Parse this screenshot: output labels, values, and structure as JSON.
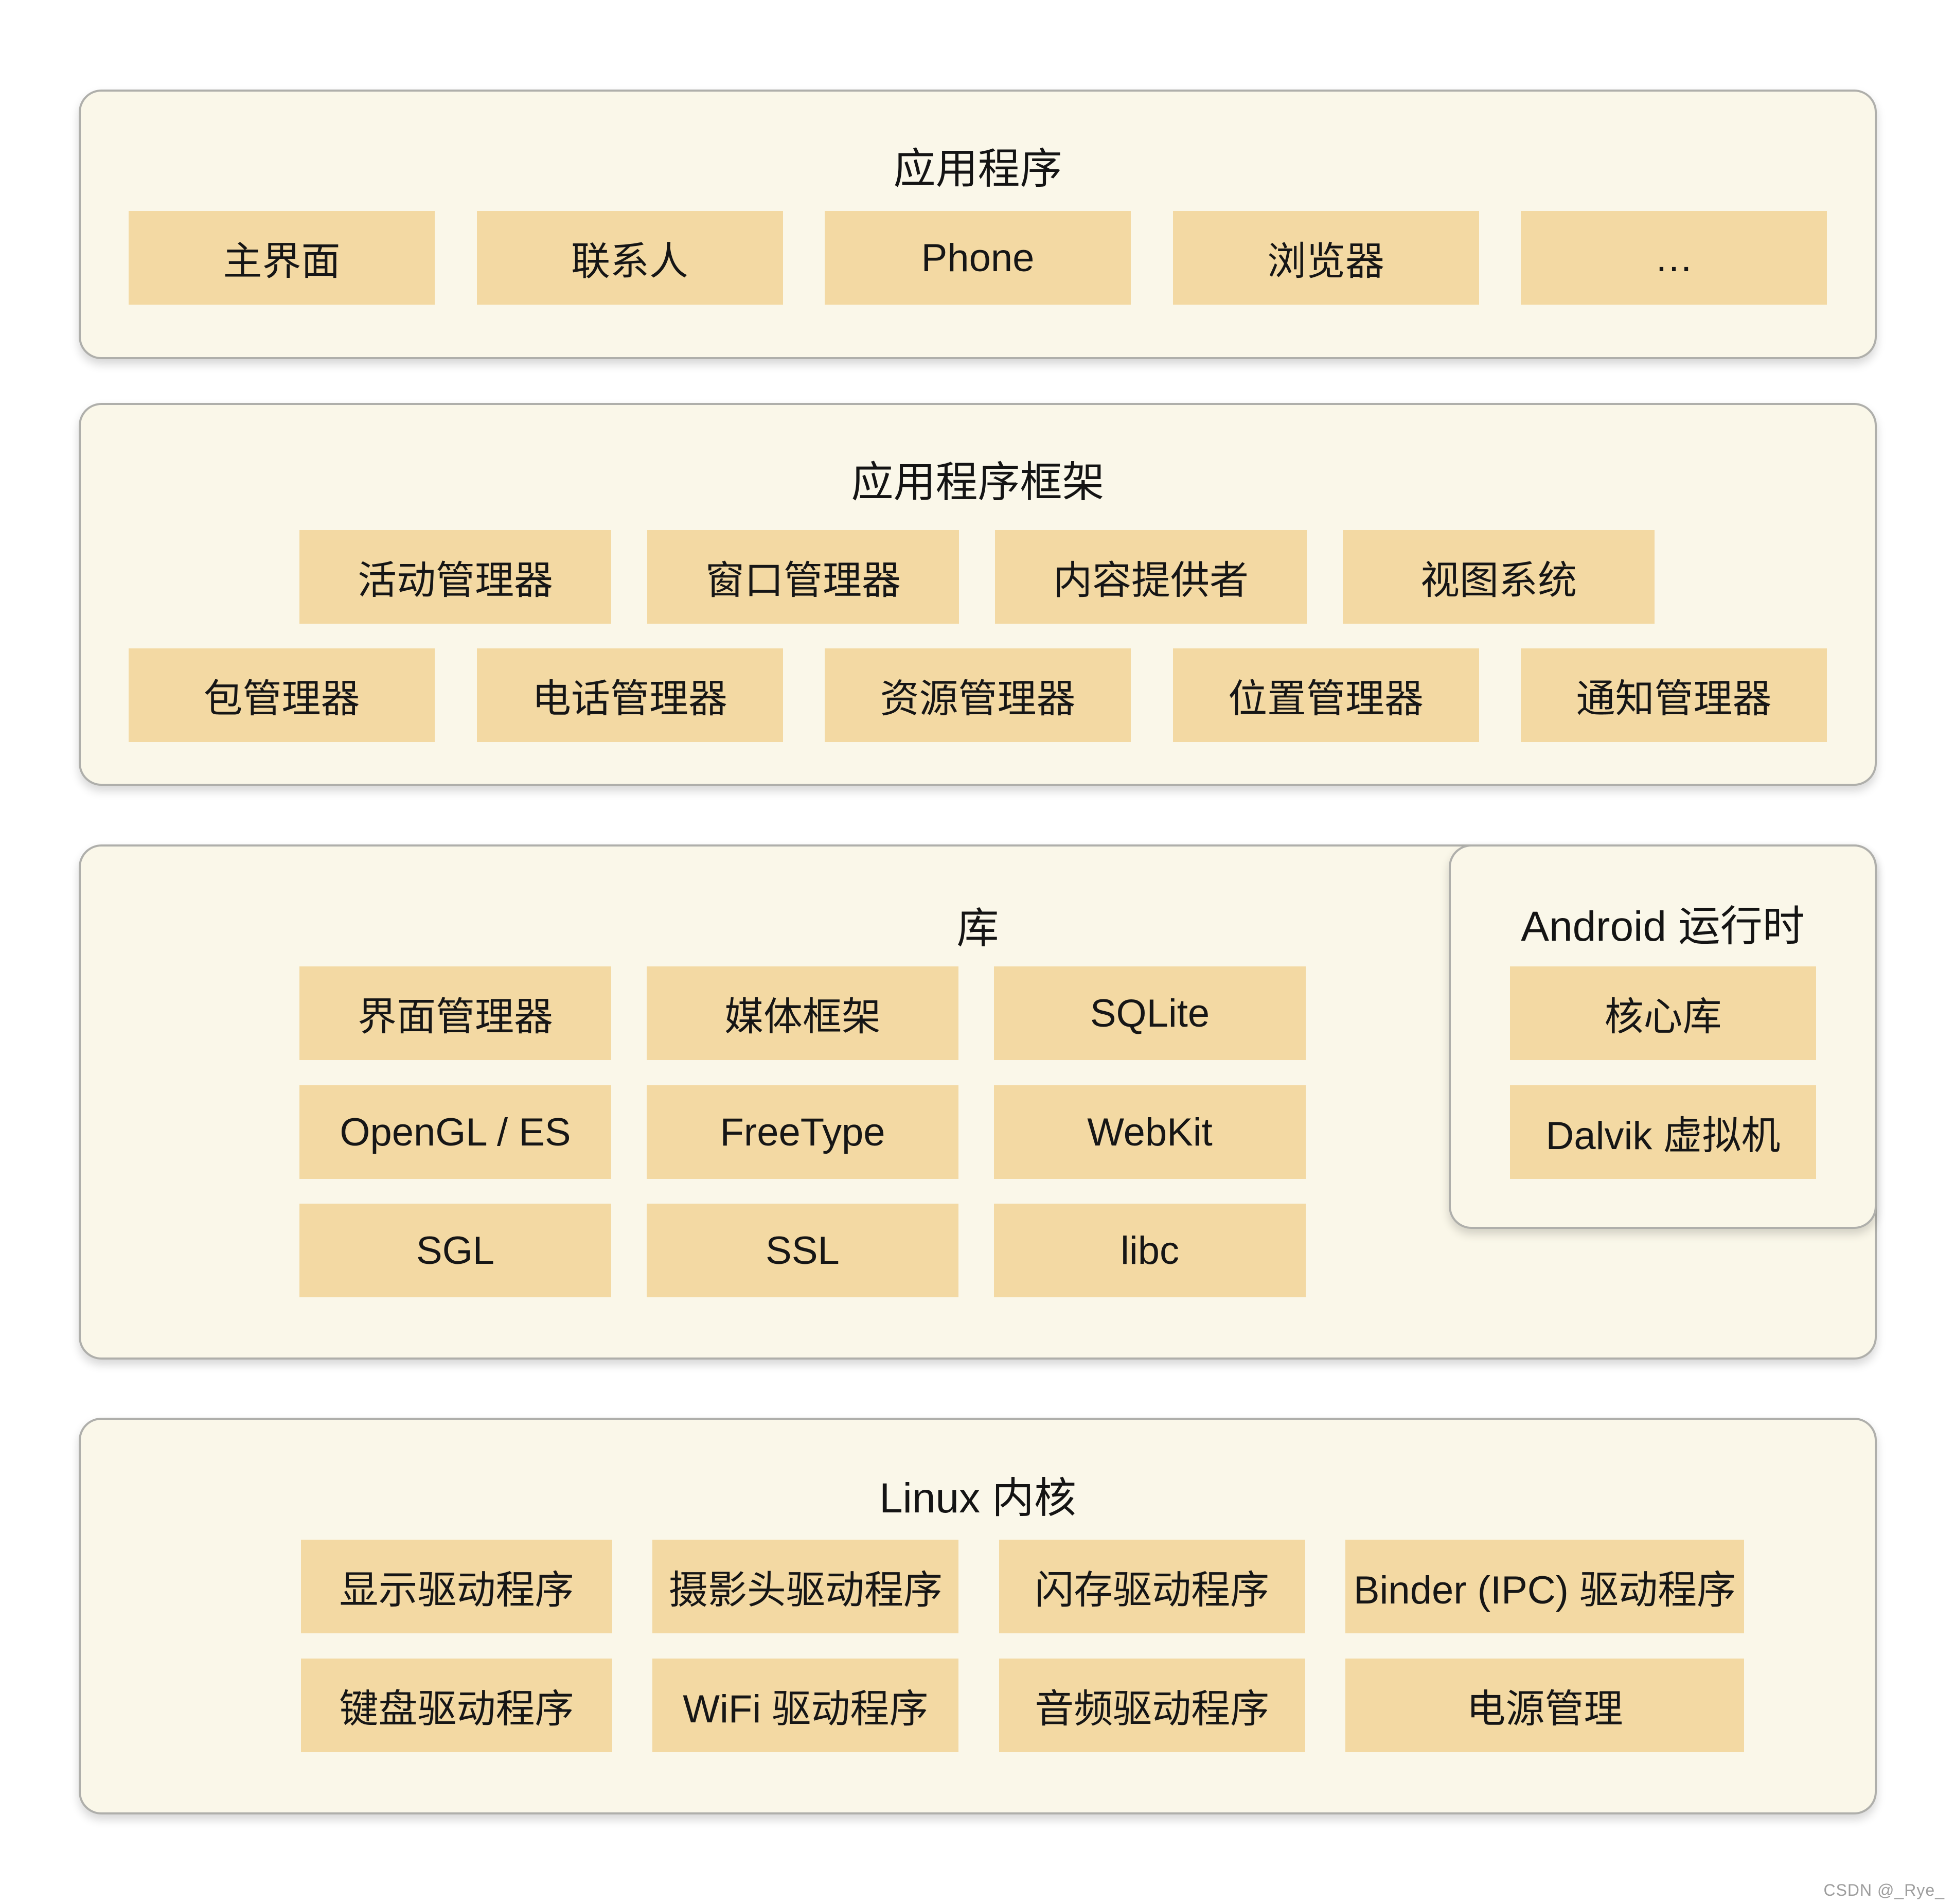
{
  "colors": {
    "page_bg": "#FFFFFF",
    "panel_bg": "#FAF7E9",
    "panel_border": "#AFAFAB",
    "box_bg": "#F3D9A3",
    "text": "#161616",
    "watermark": "#9D9D9D"
  },
  "watermark": "CSDN @_Rye_",
  "sections": {
    "applications": {
      "title": "应用程序",
      "boxes": [
        "主界面",
        "联系人",
        "Phone",
        "浏览器",
        "…"
      ]
    },
    "framework": {
      "title": "应用程序框架",
      "row1": [
        "活动管理器",
        "窗口管理器",
        "内容提供者",
        "视图系统"
      ],
      "row2": [
        "包管理器",
        "电话管理器",
        "资源管理器",
        "位置管理器",
        "通知管理器"
      ]
    },
    "libraries": {
      "title": "库",
      "row1": [
        "界面管理器",
        "媒体框架",
        "SQLite"
      ],
      "row2": [
        "OpenGL / ES",
        "FreeType",
        "WebKit"
      ],
      "row3": [
        "SGL",
        "SSL",
        "libc"
      ]
    },
    "runtime": {
      "title": "Android 运行时",
      "boxes": [
        "核心库",
        "Dalvik 虚拟机"
      ]
    },
    "kernel": {
      "title": "Linux 内核",
      "row1": [
        "显示驱动程序",
        "摄影头驱动程序",
        "闪存驱动程序",
        "Binder (IPC) 驱动程序"
      ],
      "row2": [
        "键盘驱动程序",
        "WiFi 驱动程序",
        "音频驱动程序",
        "电源管理"
      ]
    }
  }
}
